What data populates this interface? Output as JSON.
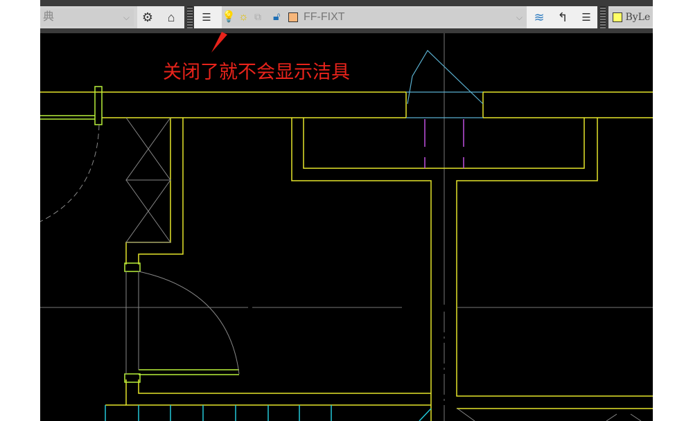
{
  "toolbar": {
    "workspace_value": "典",
    "layer_name": "FF-FIXT",
    "layer_color": "#f7b67a",
    "color_value": "ByLe",
    "color_swatch": "#ffff66",
    "icons": [
      "gear-icon",
      "house-icon",
      "layer-properties-icon",
      "lightbulb-icon",
      "sun-icon",
      "viewport-freeze-icon",
      "unlock-icon",
      "make-current-icon",
      "layer-previous-icon",
      "match-layer-icon"
    ]
  },
  "annotation": {
    "text": "关闭了就不会显示洁具",
    "color": "#e8231b"
  }
}
